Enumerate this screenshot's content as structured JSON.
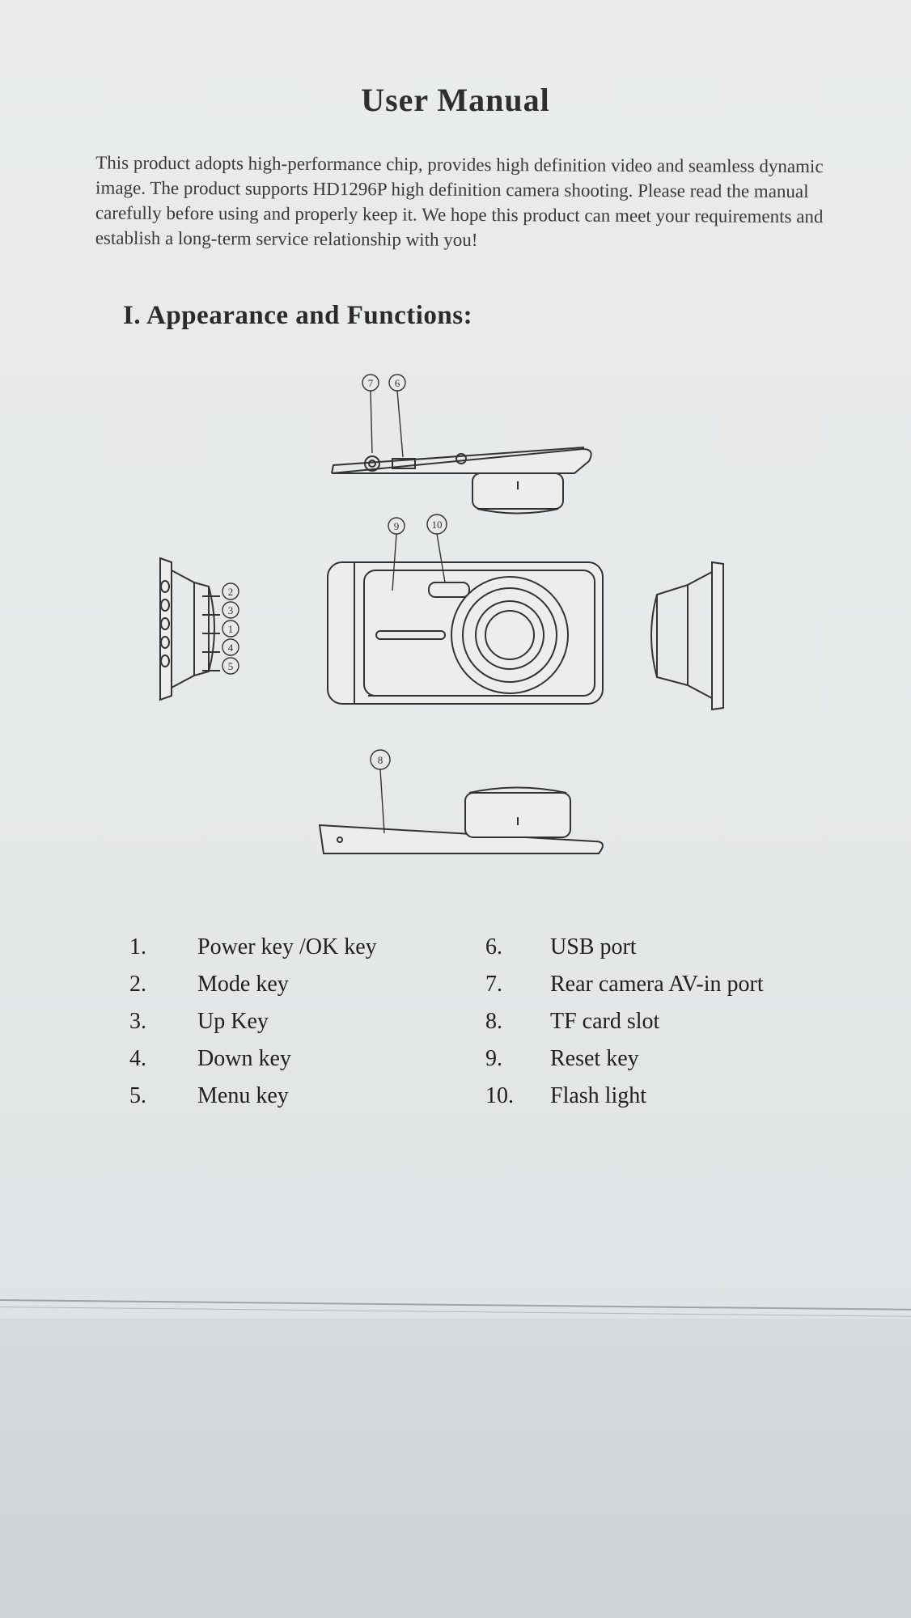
{
  "document": {
    "title": "User Manual",
    "intro": "This product adopts high-performance chip, provides high definition video and seamless dynamic image. The product supports HD1296P high definition camera shooting. Please read the manual carefully before using and properly keep it. We hope this product can meet your requirements and establish a long-term service relationship with you!",
    "section_heading": "I. Appearance and Functions:",
    "figure": {
      "callouts": [
        "1",
        "2",
        "3",
        "4",
        "5",
        "6",
        "7",
        "8",
        "9",
        "10"
      ]
    },
    "legend_left": [
      {
        "num": "1.",
        "label": "Power key /OK key"
      },
      {
        "num": "2.",
        "label": "Mode key"
      },
      {
        "num": "3.",
        "label": "Up Key"
      },
      {
        "num": "4.",
        "label": "Down key"
      },
      {
        "num": "5.",
        "label": "Menu key"
      }
    ],
    "legend_right": [
      {
        "num": "6.",
        "label": "USB port"
      },
      {
        "num": "7.",
        "label": "Rear camera AV-in port"
      },
      {
        "num": "8.",
        "label": "TF card slot"
      },
      {
        "num": "9.",
        "label": "Reset key"
      },
      {
        "num": "10.",
        "label": "Flash light"
      }
    ]
  }
}
